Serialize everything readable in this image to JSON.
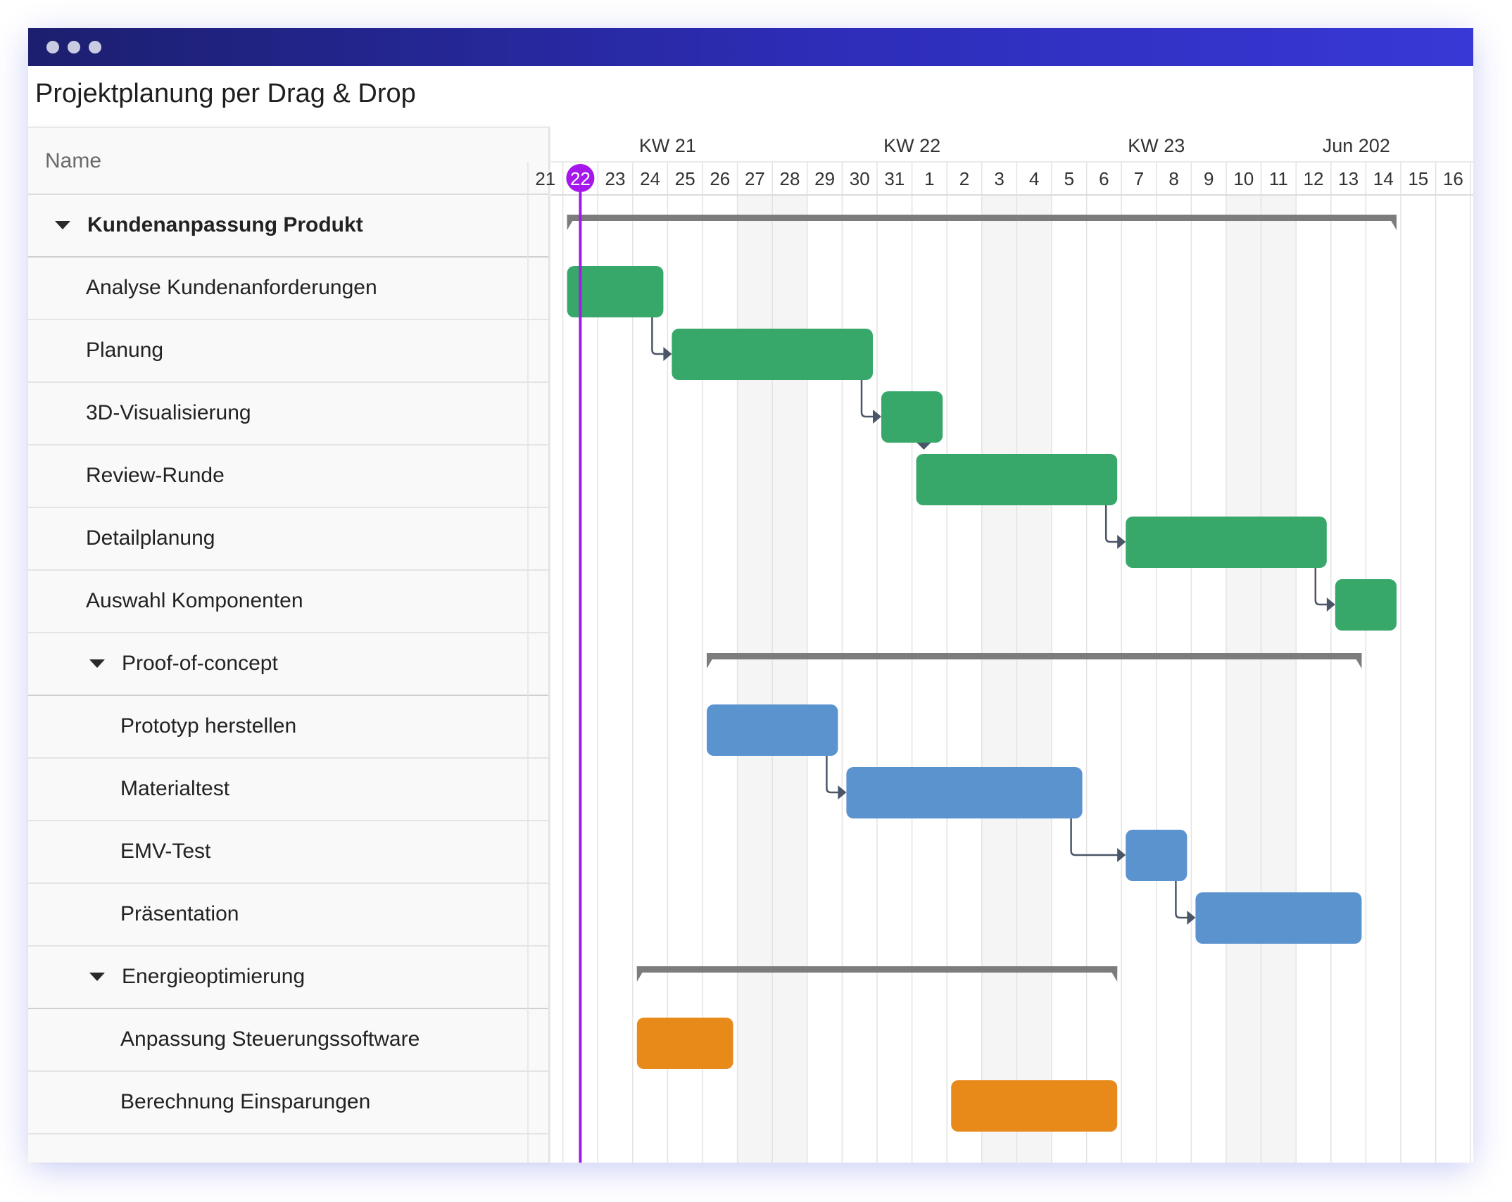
{
  "window": {
    "controls": [
      "close",
      "minimize",
      "maximize"
    ],
    "title": "Projektplanung per Drag & Drop"
  },
  "grid": {
    "header": "Name",
    "rows": [
      {
        "label": "Kundenanpassung Produkt",
        "level": 0,
        "parent": true,
        "expanded": true
      },
      {
        "label": "Analyse Kundenanforderungen",
        "level": 1,
        "parent": false
      },
      {
        "label": "Planung",
        "level": 1,
        "parent": false
      },
      {
        "label": "3D-Visualisierung",
        "level": 1,
        "parent": false
      },
      {
        "label": "Review-Runde",
        "level": 1,
        "parent": false
      },
      {
        "label": "Detailplanung",
        "level": 1,
        "parent": false
      },
      {
        "label": "Auswahl Komponenten",
        "level": 1,
        "parent": false
      },
      {
        "label": "Proof-of-concept",
        "level": 1,
        "parent": true,
        "expanded": true
      },
      {
        "label": "Prototyp herstellen",
        "level": 2,
        "parent": false
      },
      {
        "label": "Materialtest",
        "level": 2,
        "parent": false
      },
      {
        "label": "EMV-Test",
        "level": 2,
        "parent": false
      },
      {
        "label": "Präsentation",
        "level": 2,
        "parent": false
      },
      {
        "label": "Energieoptimierung",
        "level": 1,
        "parent": true,
        "expanded": true
      },
      {
        "label": "Anpassung Steuerungssoftware",
        "level": 2,
        "parent": false
      },
      {
        "label": "Berechnung Einsparungen",
        "level": 2,
        "parent": false
      }
    ]
  },
  "timeline": {
    "weeks": [
      {
        "label": "KW 21",
        "start_day_index": 1
      },
      {
        "label": "KW 22",
        "start_day_index": 8
      },
      {
        "label": "KW 23",
        "start_day_index": 15
      },
      {
        "label": "Jun 202",
        "start_day_index": 22
      }
    ],
    "days": [
      "21",
      "22",
      "23",
      "24",
      "25",
      "26",
      "27",
      "28",
      "29",
      "30",
      "31",
      "1",
      "2",
      "3",
      "4",
      "5",
      "6",
      "7",
      "8",
      "9",
      "10",
      "11",
      "12",
      "13",
      "14",
      "15",
      "16"
    ],
    "weekend_day_indices": [
      6,
      7,
      13,
      14,
      20,
      21
    ],
    "today_day_index": 1,
    "today_label": "22",
    "colors": {
      "green": "#37a86a",
      "blue": "#5b93cf",
      "orange": "#e88a1a",
      "summary": "#7c7c7c",
      "today": "#a517ea",
      "link": "#4a5568"
    },
    "tasks": [
      {
        "row": 0,
        "type": "summary",
        "start": 1,
        "end": 25
      },
      {
        "row": 1,
        "type": "task",
        "color": "green",
        "start": 1,
        "end": 4
      },
      {
        "row": 2,
        "type": "task",
        "color": "green",
        "start": 4,
        "end": 10
      },
      {
        "row": 3,
        "type": "task",
        "color": "green",
        "start": 10,
        "end": 12
      },
      {
        "row": 4,
        "type": "task",
        "color": "green",
        "start": 11,
        "end": 17
      },
      {
        "row": 5,
        "type": "task",
        "color": "green",
        "start": 17,
        "end": 23
      },
      {
        "row": 6,
        "type": "task",
        "color": "green",
        "start": 23,
        "end": 25
      },
      {
        "row": 7,
        "type": "summary",
        "start": 5,
        "end": 24
      },
      {
        "row": 8,
        "type": "task",
        "color": "blue",
        "start": 5,
        "end": 9
      },
      {
        "row": 9,
        "type": "task",
        "color": "blue",
        "start": 9,
        "end": 16
      },
      {
        "row": 10,
        "type": "task",
        "color": "blue",
        "start": 17,
        "end": 19
      },
      {
        "row": 11,
        "type": "task",
        "color": "blue",
        "start": 19,
        "end": 24
      },
      {
        "row": 12,
        "type": "summary",
        "start": 3,
        "end": 17
      },
      {
        "row": 13,
        "type": "task",
        "color": "orange",
        "start": 3,
        "end": 6
      },
      {
        "row": 14,
        "type": "task",
        "color": "orange",
        "start": 12,
        "end": 17
      }
    ],
    "dependencies": [
      {
        "from": 1,
        "to": 2,
        "kind": "side"
      },
      {
        "from": 2,
        "to": 3,
        "kind": "side"
      },
      {
        "from": 3,
        "to": 4,
        "kind": "down"
      },
      {
        "from": 4,
        "to": 5,
        "kind": "side"
      },
      {
        "from": 5,
        "to": 6,
        "kind": "side"
      },
      {
        "from": 8,
        "to": 9,
        "kind": "side"
      },
      {
        "from": 9,
        "to": 10,
        "kind": "side"
      },
      {
        "from": 10,
        "to": 11,
        "kind": "side"
      }
    ]
  }
}
